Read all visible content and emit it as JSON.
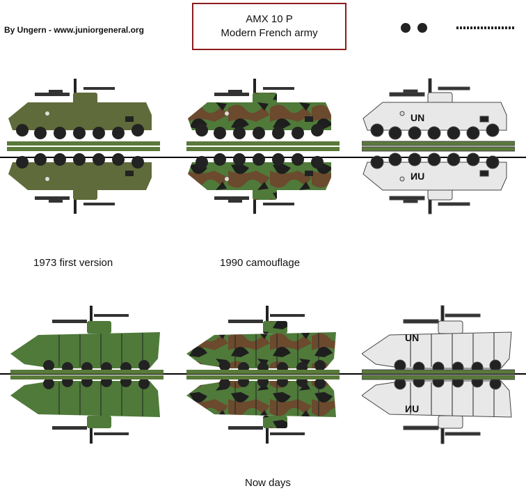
{
  "credit": "By Ungern - www.juniorgeneral.org",
  "title": {
    "line1": "AMX 10 P",
    "line2": "Modern French army"
  },
  "captions": {
    "first": "1973 first version",
    "camo": "1990 camouflage",
    "now": "Now days"
  },
  "un_marking": "UN",
  "colors": {
    "olive": "#5f6b3a",
    "green": "#4f7a3a",
    "brown": "#6b4a2e",
    "black": "#1e1e1e",
    "white": "#e8e8e8",
    "border": "#8b1a1a"
  }
}
